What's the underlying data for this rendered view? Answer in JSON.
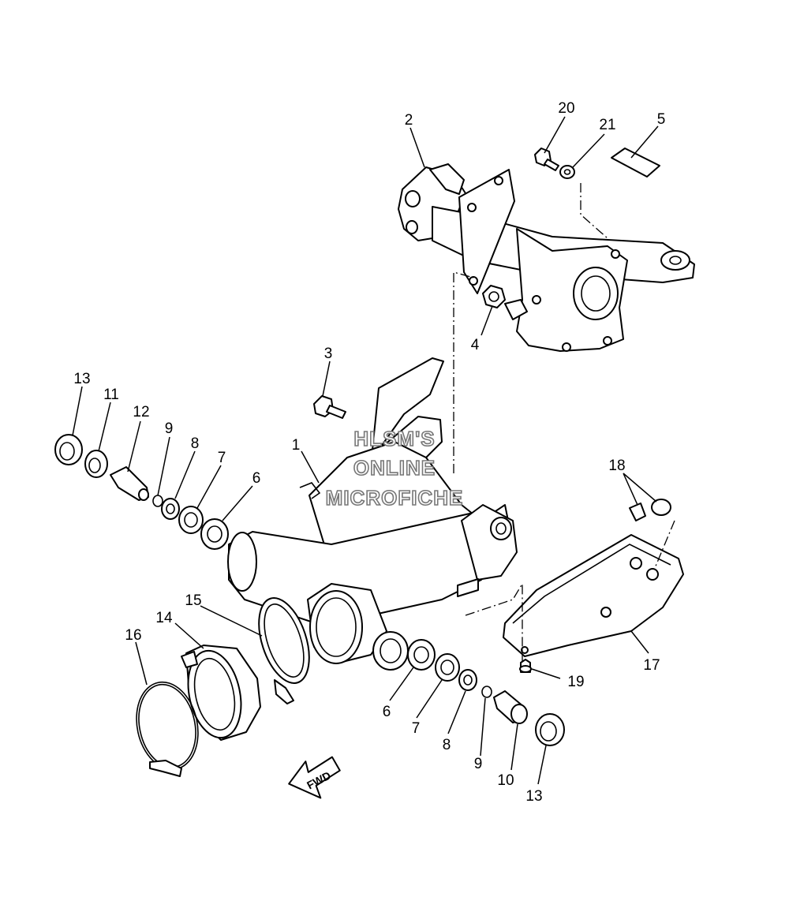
{
  "watermark": {
    "line1": "HLSM'S",
    "line2": "ONLINE",
    "line3": "MICROFICHE"
  },
  "direction_label": "FWD",
  "callouts": {
    "c1": "1",
    "c2": "2",
    "c3": "3",
    "c4": "4",
    "c5": "5",
    "c6a": "6",
    "c6b": "6",
    "c7a": "7",
    "c7b": "7",
    "c8a": "8",
    "c8b": "8",
    "c9a": "9",
    "c9b": "9",
    "c10": "10",
    "c11": "11",
    "c12": "12",
    "c13a": "13",
    "c13b": "13",
    "c14": "14",
    "c15": "15",
    "c16": "16",
    "c17": "17",
    "c18": "18",
    "c19": "19",
    "c20": "20",
    "c21": "21"
  }
}
